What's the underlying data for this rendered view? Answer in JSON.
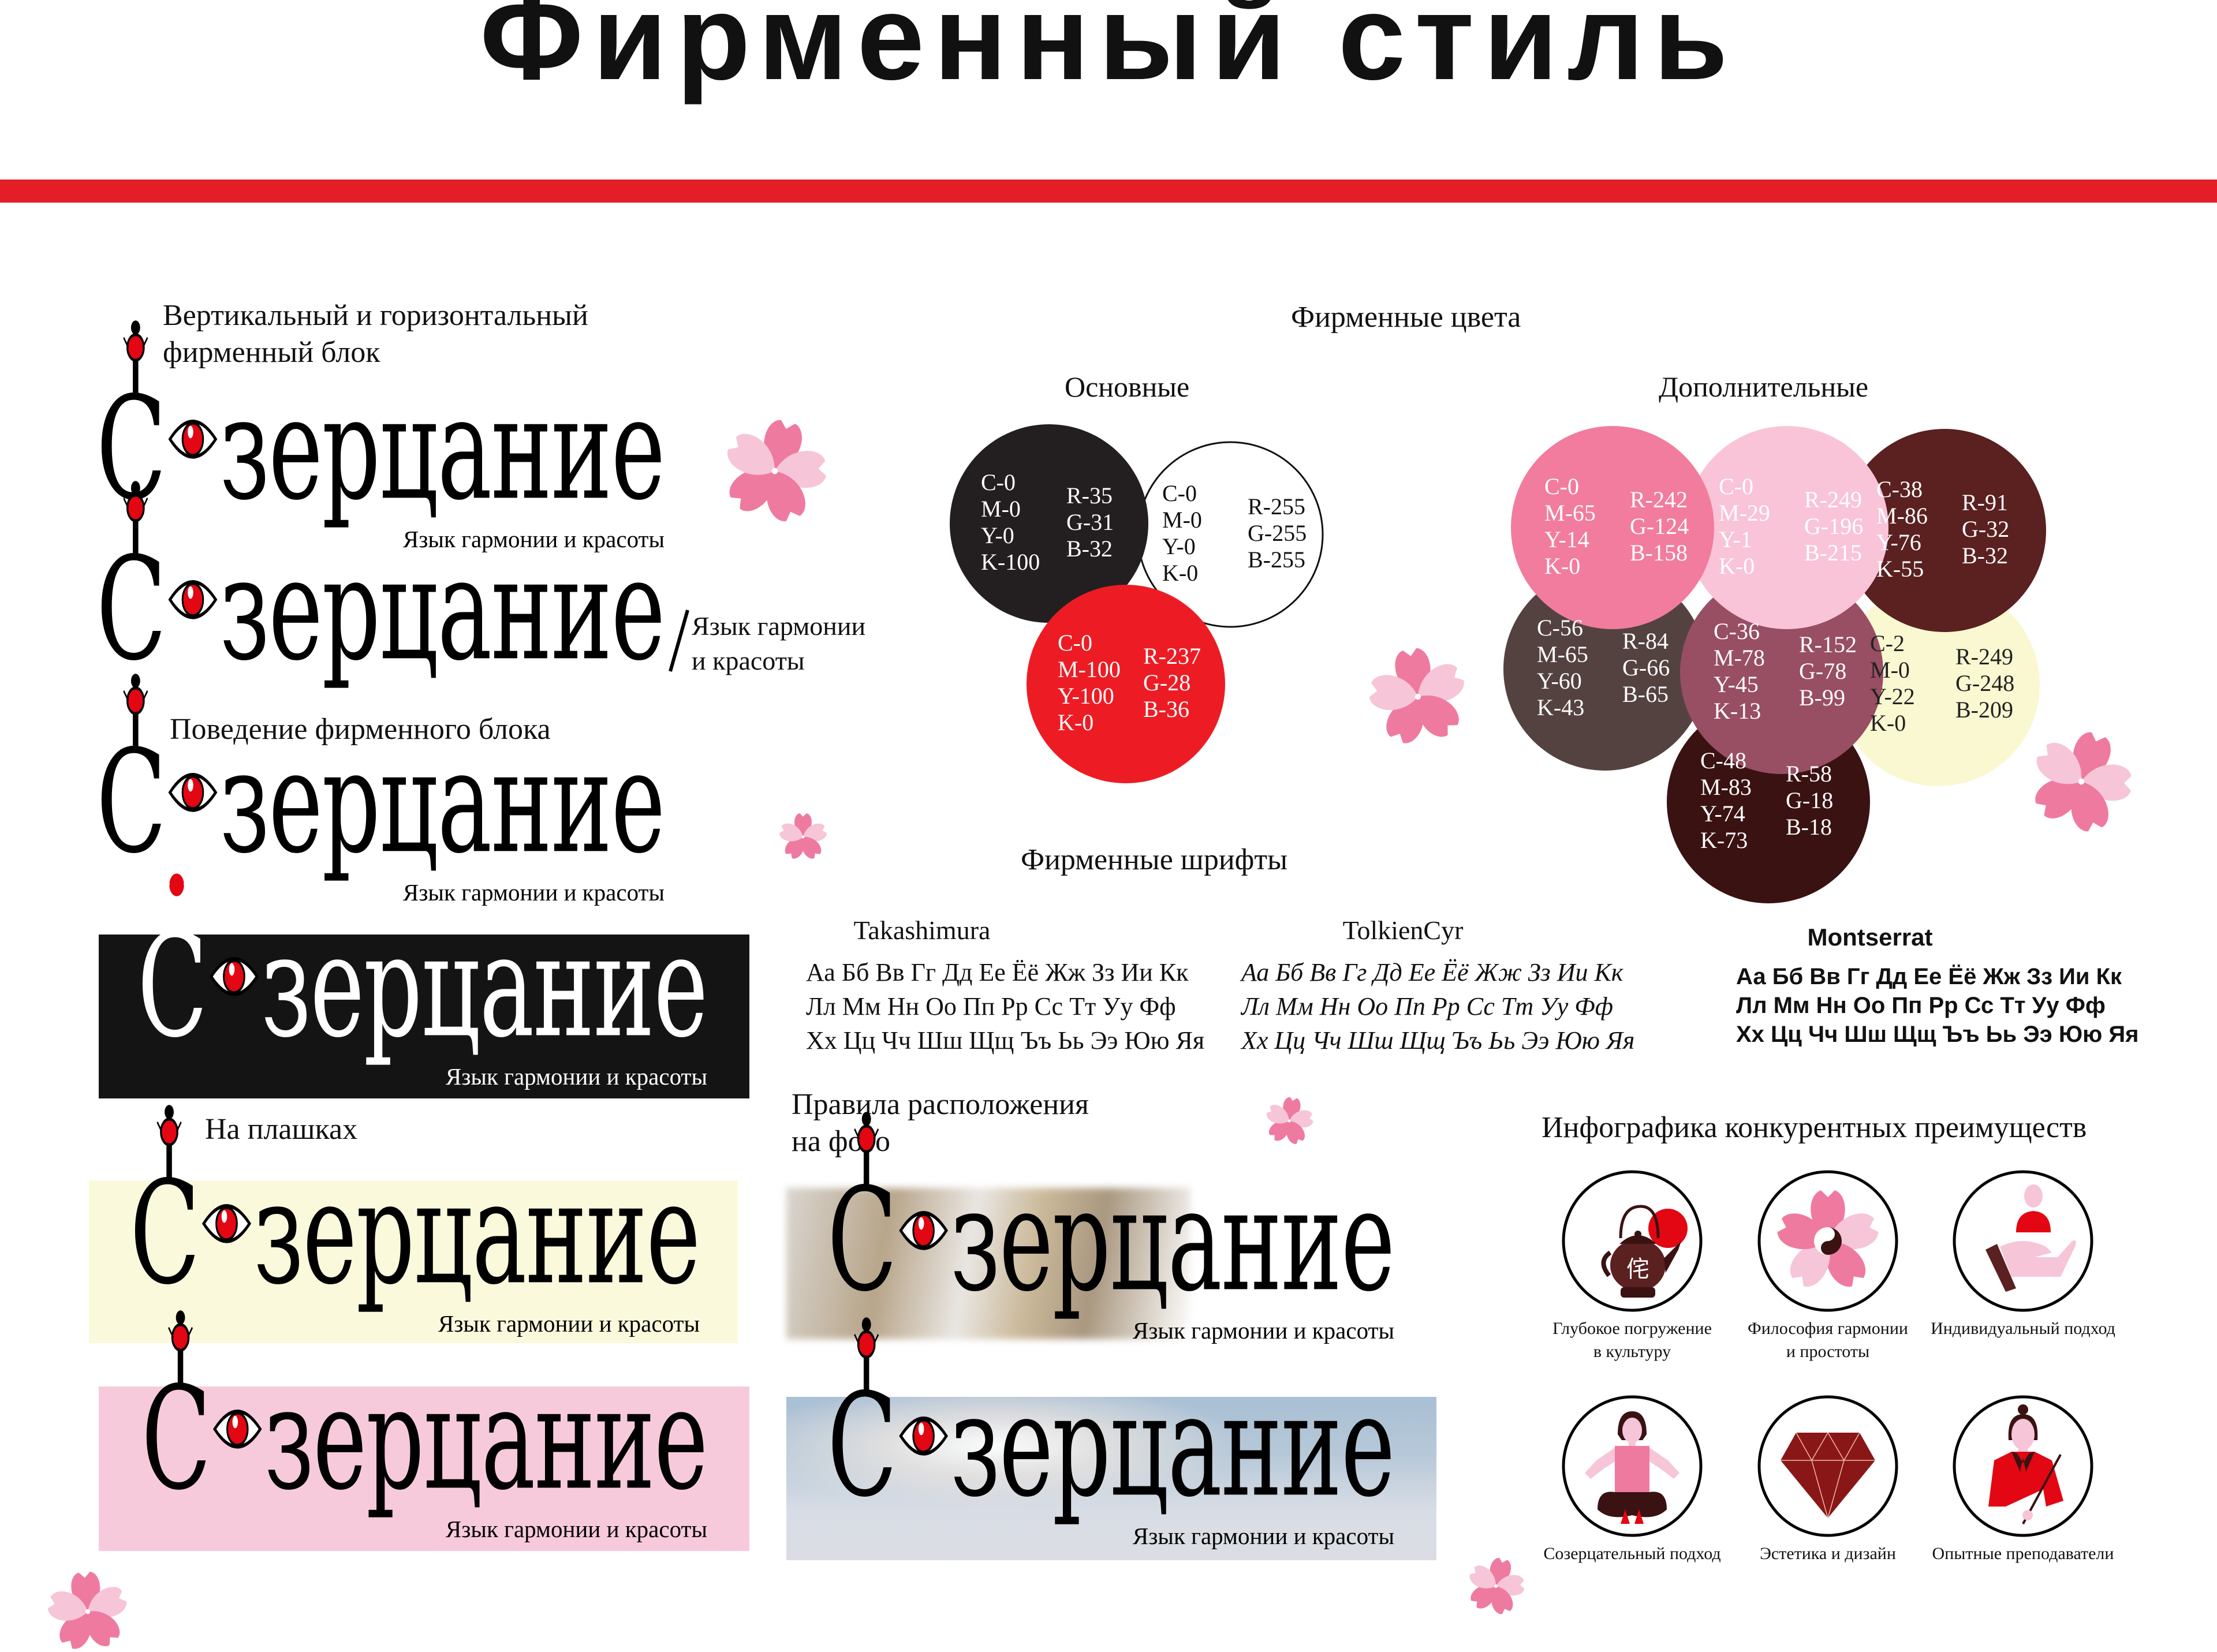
{
  "title": "Фирменный стиль",
  "colors": {
    "accent_bar": "#e41e26",
    "sakura_dark": "#ef7a9f",
    "sakura_light": "#f6c5d8",
    "logo_eye": "#e30613",
    "plate_black": "#141414",
    "plate_yellow": "#fbf9dc",
    "plate_pink": "#f7cadb"
  },
  "logo": {
    "name": "Созерцание",
    "tagline": "Язык гармонии и красоты",
    "tagline_horizontal": [
      "Язык гармонии",
      "и красоты"
    ]
  },
  "sections": {
    "block_title": [
      "Вертикальный и горизонтальный",
      "фирменный блок"
    ],
    "behavior_title": "Поведение фирменного блока",
    "plates_title": "На плашках",
    "photo_title": [
      "Правила расположения",
      "на фото"
    ]
  },
  "brand_colors": {
    "title": "Фирменные цвета",
    "primary": {
      "title": "Основные",
      "swatches": [
        {
          "hex": "#231f20",
          "text": "#ffffff",
          "cmyk": [
            "C-0",
            "M-0",
            "Y-0",
            "K-100"
          ],
          "rgb": [
            "R-35",
            "G-31",
            "B-32"
          ]
        },
        {
          "hex": "#ffffff",
          "text": "#111111",
          "cmyk": [
            "C-0",
            "M-0",
            "Y-0",
            "K-0"
          ],
          "rgb": [
            "R-255",
            "G-255",
            "B-255"
          ]
        },
        {
          "hex": "#ed1c24",
          "text": "#ffffff",
          "cmyk": [
            "C-0",
            "M-100",
            "Y-100",
            "K-0"
          ],
          "rgb": [
            "R-237",
            "G-28",
            "B-36"
          ]
        }
      ]
    },
    "additional": {
      "title": "Дополнительные",
      "swatches": [
        {
          "hex": "#3a1212",
          "text": "#ffffff",
          "cmyk": [
            "C-48",
            "M-83",
            "Y-74",
            "K-73"
          ],
          "rgb": [
            "R-58",
            "G-18",
            "B-18"
          ]
        },
        {
          "hex": "#f9f8d1",
          "text": "#222222",
          "cmyk": [
            "C-2",
            "M-0",
            "Y-22",
            "K-0"
          ],
          "rgb": [
            "R-249",
            "G-248",
            "B-209"
          ]
        },
        {
          "hex": "#544241",
          "text": "#ffffff",
          "cmyk": [
            "C-56",
            "M-65",
            "Y-60",
            "K-43"
          ],
          "rgb": [
            "R-84",
            "G-66",
            "B-65"
          ]
        },
        {
          "hex": "#984e63",
          "text": "#ffffff",
          "cmyk": [
            "C-36",
            "M-78",
            "Y-45",
            "K-13"
          ],
          "rgb": [
            "R-152",
            "G-78",
            "B-99"
          ]
        },
        {
          "hex": "#5b2020",
          "text": "#ffffff",
          "cmyk": [
            "C-38",
            "M-86",
            "Y-76",
            "K-55"
          ],
          "rgb": [
            "R-91",
            "G-32",
            "B-32"
          ]
        },
        {
          "hex": "#f9c4d7",
          "text": "#ffffff",
          "cmyk": [
            "C-0",
            "M-29",
            "Y-1",
            "K-0"
          ],
          "rgb": [
            "R-249",
            "G-196",
            "B-215"
          ]
        },
        {
          "hex": "#f27c9e",
          "text": "#ffffff",
          "cmyk": [
            "C-0",
            "M-65",
            "Y-14",
            "K-0"
          ],
          "rgb": [
            "R-242",
            "G-124",
            "B-158"
          ]
        }
      ]
    }
  },
  "fonts": {
    "title": "Фирменные шрифты",
    "items": [
      {
        "name": "Takashimura",
        "rows": [
          "Аа Бб Вв Гг Дд Ее Ёё Жж Зз Ии Кк",
          "Лл Мм Нн Оо Пп Рр Сс Тт Уу Фф",
          "Хх Цц Чч Шш Щщ Ъъ Ьь Ээ Юю Яя"
        ]
      },
      {
        "name": "TolkienCyr",
        "rows": [
          "Аа Бб Вв Гг Дд Ее Ёё Жж Зз Ии Кк",
          "Лл Мм Нн Оо Пп Рр Сс Тт Уу Фф",
          "Хх Цц Чч Шш Щщ Ъъ Ьь Ээ Юю Яя"
        ]
      },
      {
        "name": "Montserrat",
        "rows": [
          "Аа Бб Вв Гг Дд Ее Ёё Жж Зз Ии Кк",
          "Лл Мм Нн Оо Пп Рр Сс Тт Уу Фф",
          "Хх Цц Чч Шш Щщ Ъъ Ьь Ээ Юю Яя"
        ]
      }
    ]
  },
  "infographic": {
    "title": "Инфографика конкурентных преимуществ",
    "items": [
      {
        "icon": "teapot-icon",
        "label": [
          "Глубокое погружение",
          "в культуру"
        ]
      },
      {
        "icon": "sakura-yin-yang-icon",
        "label": [
          "Философия гармонии",
          "и простоты"
        ]
      },
      {
        "icon": "hand-person-icon",
        "label": [
          "Индивидуальный подход"
        ]
      },
      {
        "icon": "meditation-icon",
        "label": [
          "Созерцательный подход"
        ]
      },
      {
        "icon": "diamond-icon",
        "label": [
          "Эстетика и дизайн"
        ]
      },
      {
        "icon": "teacher-icon",
        "label": [
          "Опытные преподаватели"
        ]
      }
    ]
  }
}
